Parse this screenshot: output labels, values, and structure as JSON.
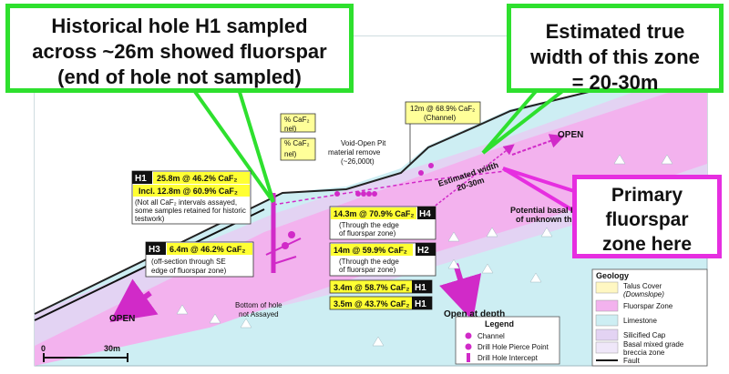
{
  "callouts": {
    "h1_sampled": [
      "Historical hole H1 sampled",
      "across ~26m showed fluorspar",
      "(end of hole not sampled)"
    ],
    "true_width": [
      "Estimated true",
      "width of this zone",
      "= 20-30m"
    ],
    "primary_zone": [
      "Primary",
      "fluorspar",
      "zone here"
    ]
  },
  "section": {
    "upper_cut_1": "% CaF₂",
    "upper_cut_2": "nel)",
    "upper_cut_3": "% CaF₂",
    "upper_cut_4": "nel)",
    "channel_12m": "12m @ 68.9% CaF₂",
    "channel_12m_sub": "(Channel)",
    "void_1": "Void-Open Pit",
    "void_2": "material remove",
    "void_3": "(~26,000t)",
    "est_width_1": "Estimated width",
    "est_width_2": "20-30m",
    "open_top": "OPEN",
    "open_bottom": "OPEN",
    "open_depth": "Open at depth",
    "basal_1": "Potential basal brec",
    "basal_2": "of unknown thick",
    "bottom_hole_1": "Bottom of hole",
    "bottom_hole_2": "not Assayed",
    "scale_0": "0",
    "scale_30": "30m"
  },
  "intercepts": {
    "h1_tag": "H1",
    "h1_main": "25.8m @ 46.2% CaF₂",
    "h1_incl": "Incl. 12.8m @ 60.9% CaF₂",
    "h1_note_1": "(Not all CaF₂ intervals  assayed,",
    "h1_note_2": "some samples retained for historic",
    "h1_note_3": "testwork)",
    "h4_tag": "H4",
    "h4_main": "14.3m @ 70.9% CaF₂",
    "h4_note_1": "(Through the edge",
    "h4_note_2": "of fluorspar zone)",
    "h2_tag": "H2",
    "h2_main": "14m @ 59.9% CaF₂",
    "h2_note_1": "(Through the edge",
    "h2_note_2": "of fluorspar zone)",
    "h3_tag": "H3",
    "h3_main": "6.4m @ 46.2% CaF₂",
    "h3_note_1": "(off-section through SE",
    "h3_note_2": "edge of fluorspar zone)",
    "h1b_main": "3.4m @ 58.7% CaF₂",
    "h1b_tag": "H1",
    "h1c_main": "3.5m @ 43.7% CaF₂",
    "h1c_tag": "H1"
  },
  "legend": {
    "title": "Legend",
    "channel": "Channel",
    "pierce": "Drill Hole Pierce Point",
    "intercept": "Drill Hole Intercept"
  },
  "geology": {
    "title": "Geology",
    "talus": "Talus Cover",
    "talus_sub": "(Downslope)",
    "fluorspar": "Fluorspar Zone",
    "limestone": "Limestone",
    "silicified": "Silicified Cap",
    "basal_1": "Basal mixed grade",
    "basal_2": "breccia zone",
    "fault": "Fault"
  },
  "colors": {
    "callout_green": "#2ee02e",
    "callout_magenta": "#e62ee0",
    "fluorspar_pink": "#f3b2ee",
    "limestone_blue": "#cdeef3",
    "silicified_lilac": "#e3d3f3",
    "label_yellow": "#ffff33",
    "drill_magenta": "#d12ac8"
  }
}
